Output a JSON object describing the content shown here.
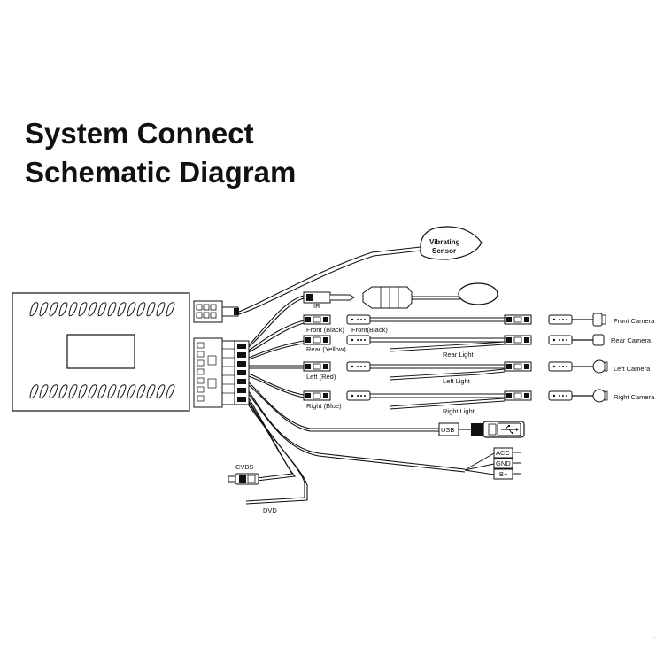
{
  "title": {
    "line1": "System Connect",
    "line2": "Schematic Diagram"
  },
  "labels": {
    "vibrating_sensor_1": "Vibrating",
    "vibrating_sensor_2": "Sensor",
    "ir": "IR",
    "front_black_1": "Front (Black)",
    "front_black_2": "Front(Black)",
    "rear_yellow": "Rear (Yellow)",
    "rear_light": "Rear Light",
    "left_red": "Left (Red)",
    "left_light": "Left Light",
    "right_blue": "Right (Blue)",
    "right_light": "Right Light",
    "front_camera": "Front Camera",
    "rear_camera": "Rear Camera",
    "left_camera": "Left Camera",
    "right_camera": "Right Camera",
    "usb": "USB",
    "acc": "ACC",
    "gnd": "GND",
    "bplus": "B+",
    "cvbs": "CVBS",
    "dvd": "DVD"
  },
  "colors": {
    "line": "#111111",
    "background": "#ffffff"
  }
}
